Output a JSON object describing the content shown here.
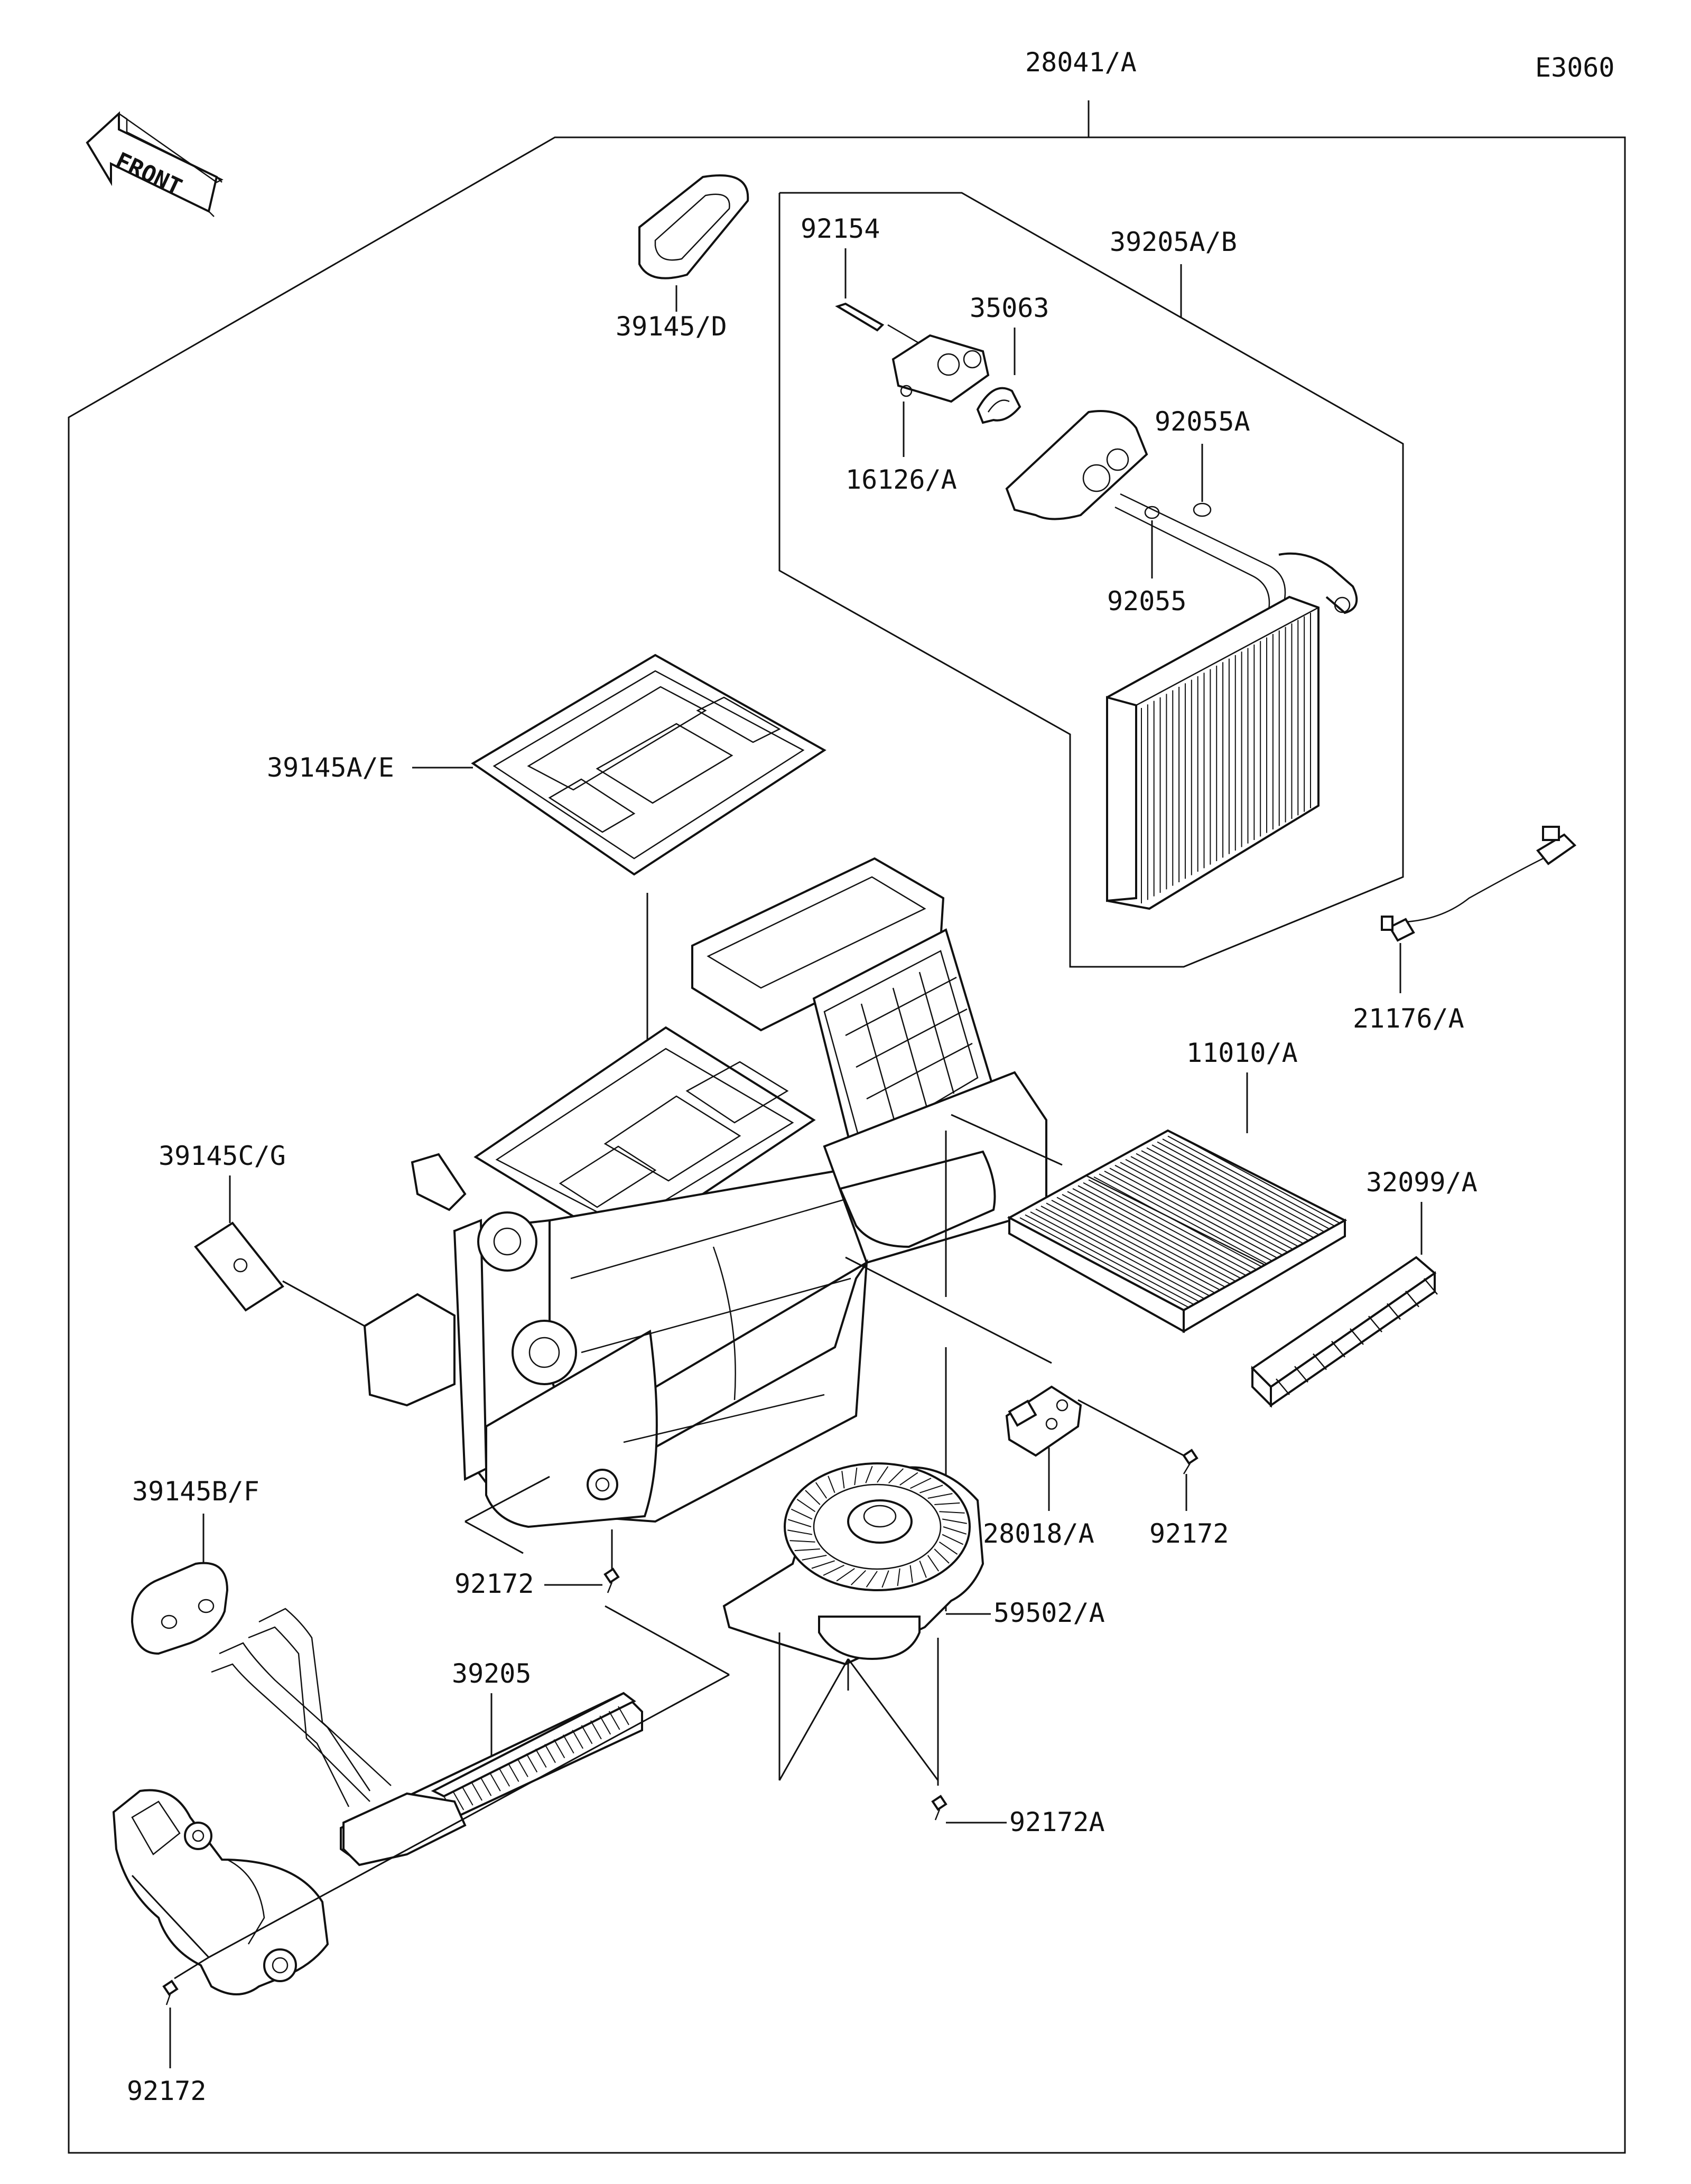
{
  "diagram_code": "E3060",
  "front_label": "FRONT",
  "labels": {
    "p28041A": "28041/A",
    "p39145D": "39145/D",
    "p92154": "92154",
    "p39205AB": "39205A/B",
    "p35063": "35063",
    "p92055A": "92055A",
    "p16126A": "16126/A",
    "p92055": "92055",
    "p39145AE": "39145A/E",
    "p21176A": "21176/A",
    "p11010A": "11010/A",
    "p39145CG": "39145C/G",
    "p32099A": "32099/A",
    "p39145BF": "39145B/F",
    "p28018A": "28018/A",
    "p92172_right": "92172",
    "p92172_center": "92172",
    "p59502A": "59502/A",
    "p39205": "39205",
    "p92172A": "92172A",
    "p92172_bottom": "92172"
  },
  "colors": {
    "line": "#111111",
    "background": "#ffffff"
  }
}
